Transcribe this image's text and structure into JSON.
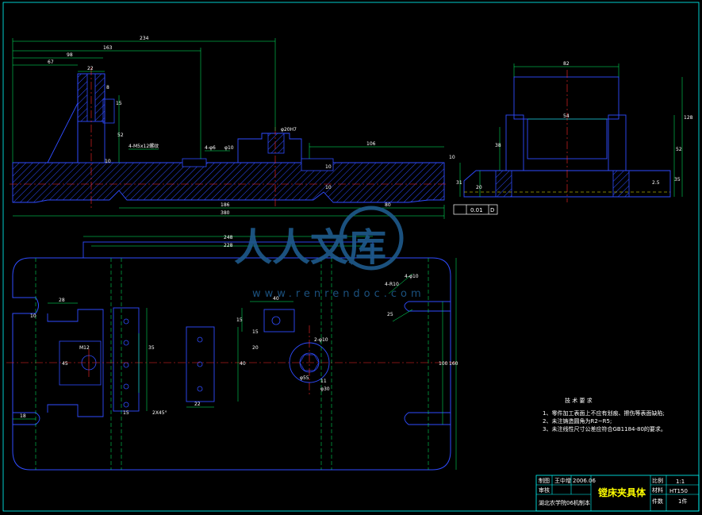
{
  "colors": {
    "background": "#000000",
    "outline": "#2f4cff",
    "border": "#00ffff",
    "dimension": "#00ff66",
    "text": "#ffffff",
    "centerline": "#ff2a2a",
    "hiddenline": "#ffff00",
    "hatch": "#2f4cff",
    "title": "#ffff00",
    "watermark": "#1e5a8c"
  },
  "front_view": {
    "dims": {
      "d234": "234",
      "d163": "163",
      "d98": "98",
      "d67": "67",
      "d22": "22",
      "d8": "8",
      "d15": "15",
      "d52": "52",
      "hole_label": "4-M5x12螺纹",
      "hole_label2": "4-φ6",
      "d_phi10": "φ10",
      "d_phi20h7": "φ20H7",
      "d106": "106",
      "d186": "186",
      "d80": "80",
      "d380": "380",
      "d10a": "10",
      "d10b": "10",
      "d10c": "10"
    }
  },
  "side_view": {
    "dims": {
      "d82": "82",
      "d54": "54",
      "d38": "38",
      "d20": "20",
      "d31": "31",
      "d128": "128",
      "d52": "52",
      "d35": "35",
      "d2_5": "2.5",
      "d10": "10",
      "tolerance_value": "0.01",
      "tolerance_datum": "D"
    }
  },
  "plan_view": {
    "dims": {
      "d248": "248",
      "d228": "228",
      "d28": "28",
      "d10": "10",
      "d40": "40",
      "m12": "M12",
      "d45": "45",
      "d15": "15",
      "d15b": "15",
      "d35": "35",
      "d22": "22",
      "d2x45": "2X45°",
      "d40b": "40",
      "d15c": "15",
      "d20": "20",
      "d2_phi10": "2-φ10",
      "d30_phi": "φ30",
      "d_phi55": "φ55",
      "d4_r10": "4-R10",
      "d4_phi10": "4-φ10",
      "d100": "100",
      "d160": "160",
      "d18": "18",
      "d25": "25",
      "d11": "11"
    }
  },
  "tech_notes": {
    "title": "技 术 要 求",
    "items": [
      "1、零件加工表面上不应有划痕、擦伤等表面缺陷;",
      "2、未注铸造圆角为R2~R5;",
      "3、未注线性尺寸公差应符合GB1184-80的要求。"
    ]
  },
  "title_block": {
    "drawn_label": "制图",
    "drawn_by": "王中增",
    "date": "2006.06",
    "check_label": "审核",
    "school": "湖北农学院06机制本",
    "drawing_title": "镗床夹具体",
    "scale_label": "比例",
    "scale": "1:1",
    "material_label": "材料",
    "material": "HT150",
    "quantity_label": "件数",
    "quantity": "1件"
  },
  "watermark": {
    "text": "人人文库",
    "url": "www.renrendoc.com"
  }
}
